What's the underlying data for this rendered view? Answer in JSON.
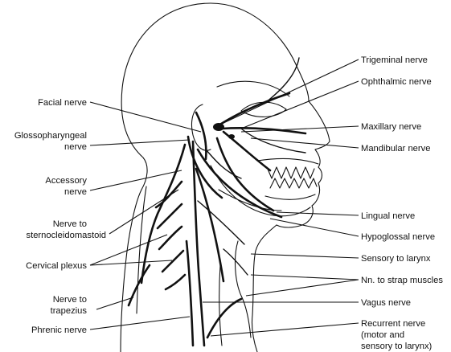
{
  "labels": {
    "trigeminal": "Trigeminal nerve",
    "ophthalmic": "Ophthalmic nerve",
    "maxillary": "Maxillary nerve",
    "mandibular": "Mandibular nerve",
    "lingual": "Lingual nerve",
    "hypoglossal": "Hypoglossal nerve",
    "sensory_larynx": "Sensory to larynx",
    "strap": "Nn. to strap muscles",
    "vagus": "Vagus nerve",
    "recurrent_1": "Recurrent nerve",
    "recurrent_2": "(motor and",
    "recurrent_3": "sensory to larynx)",
    "facial": "Facial nerve",
    "glosso_1": "Glossopharyngeal",
    "glosso_2": "nerve",
    "accessory_1": "Accessory",
    "accessory_2": "nerve",
    "scm_1": "Nerve to",
    "scm_2": "sternocleidomastoid",
    "cervical": "Cervical plexus",
    "trapezius_1": "Nerve to",
    "trapezius_2": "trapezius",
    "phrenic": "Phrenic nerve"
  }
}
